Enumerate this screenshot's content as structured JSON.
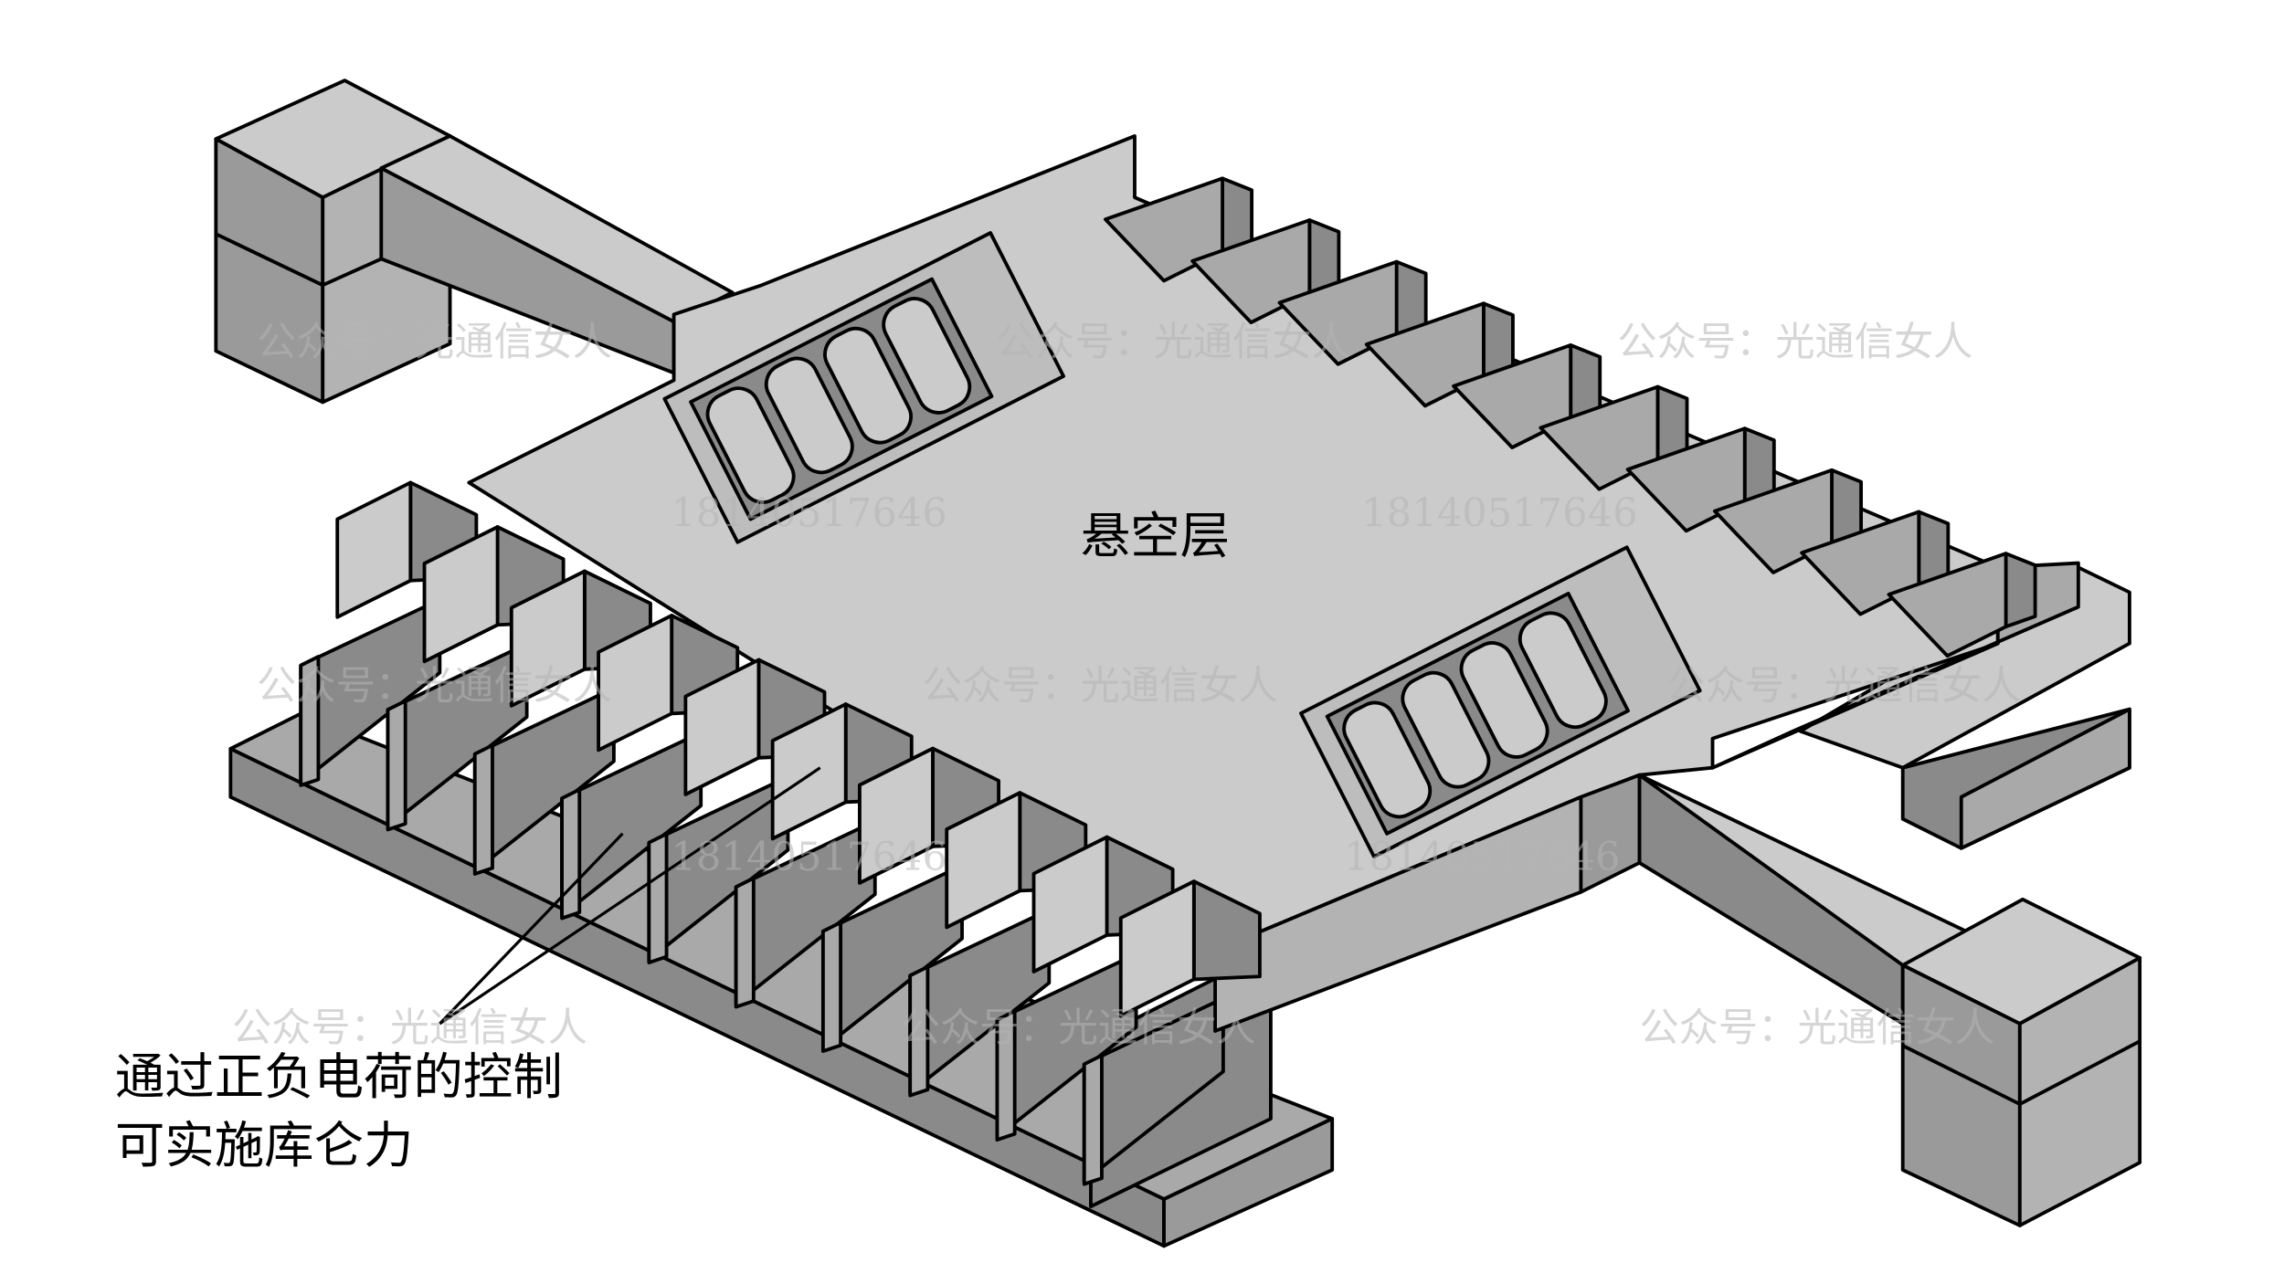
{
  "diagram": {
    "title_label": "悬空层",
    "annotation_line1": "通过正负电荷的控制",
    "annotation_line2": "可实施库仑力",
    "watermarks": {
      "account": "公众号：光通信女人",
      "phone": "18140517646"
    },
    "colors": {
      "light_face": "#cbcbcb",
      "mid_face": "#a9a9a9",
      "dark_face": "#8a8a8a",
      "outline": "#000000"
    },
    "left_moving_finger_count": 10,
    "right_finger_count": 10
  }
}
